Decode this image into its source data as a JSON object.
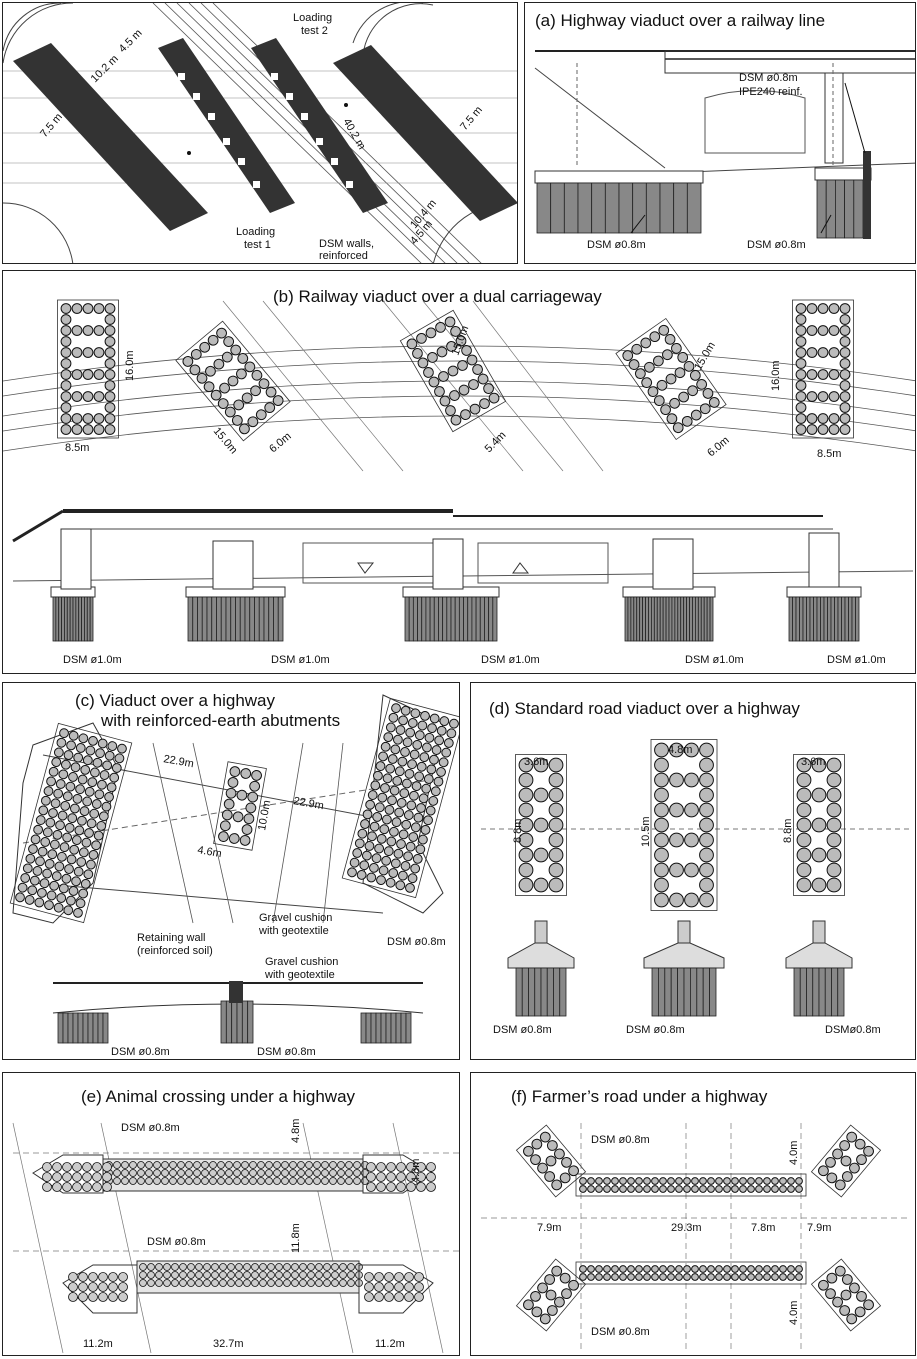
{
  "panels": {
    "top_left": {
      "labels": {
        "loading_test_2": "Loading\ntest 2",
        "loading_test_1": "Loading\ntest 1",
        "dsm_walls": "DSM walls,\nreinforced",
        "d_10_2": "10.2 m",
        "d_4_5_top": "4.5 m",
        "d_7_5_left": "7.5 m",
        "d_7_5_right": "7.5 m",
        "d_40_2": "40.2 m",
        "d_10_4": "10.4 m",
        "d_4_5_bot": "4.5 m"
      }
    },
    "a": {
      "title": "(a)  Highway viaduct over a railway line",
      "labels": {
        "dsm_reinf": "DSM ø0.8m",
        "ipe": "IPE240 reinf.",
        "dsm_left": "DSM ø0.8m",
        "dsm_right": "DSM ø0.8m"
      }
    },
    "b": {
      "title": "(b)  Railway viaduct over a dual carriageway",
      "dims": [
        "16.0m",
        "8.5m",
        "15.0m",
        "6.0m",
        "15.0m",
        "5.4m",
        "15.0m",
        "6.0m",
        "16.0m",
        "8.5m"
      ],
      "dsm_labels": [
        "DSM ø1.0m",
        "DSM ø1.0m",
        "DSM ø1.0m",
        "DSM ø1.0m",
        "DSM ø1.0m"
      ]
    },
    "c": {
      "title_line1": "(c)  Viaduct over a highway",
      "title_line2": "with reinforced-earth abutments",
      "labels": {
        "d_22_9_a": "22.9m",
        "d_22_9_b": "22.9m",
        "d_10_0": "10.0m",
        "d_4_6": "4.6m",
        "gravel_top": "Gravel cushion\nwith geotextile",
        "retaining": "Retaining wall\n(reinforced soil)",
        "gravel_bot": "Gravel cushion\nwith geotextile",
        "dsm_right": "DSM ø0.8m",
        "dsm_left": "DSM ø0.8m",
        "dsm_mid": "DSM ø0.8m"
      }
    },
    "d": {
      "title": "(d)  Standard road viaduct over a highway",
      "labels": {
        "w_left": "3.6m",
        "w_mid": "4.8m",
        "w_right": "3.6m",
        "h_left": "8.8m",
        "h_mid": "10.5m",
        "h_right": "8.8m",
        "dsm_left": "DSM ø0.8m",
        "dsm_mid": "DSM ø0.8m",
        "dsm_right": "DSMø0.8m"
      }
    },
    "e": {
      "title": "(e)  Animal crossing under a highway",
      "labels": {
        "dsm_top": "DSM ø0.8m",
        "d_4_8_a": "4.8m",
        "d_4_8_b": "4.8m",
        "d_11_8": "11.8m",
        "dsm_bot": "DSM ø0.8m",
        "d_11_2_a": "11.2m",
        "d_32_7": "32.7m",
        "d_11_2_b": "11.2m"
      }
    },
    "f": {
      "title": "(f)  Farmer’s road under a highway",
      "labels": {
        "dsm_top": "DSM ø0.8m",
        "d_4_0_a": "4.0m",
        "d_7_9_a": "7.9m",
        "d_29_3": "29.3m",
        "d_7_8": "7.8m",
        "d_7_9_b": "7.9m",
        "dsm_bot": "DSM ø0.8m",
        "d_4_0_b": "4.0m"
      }
    }
  }
}
